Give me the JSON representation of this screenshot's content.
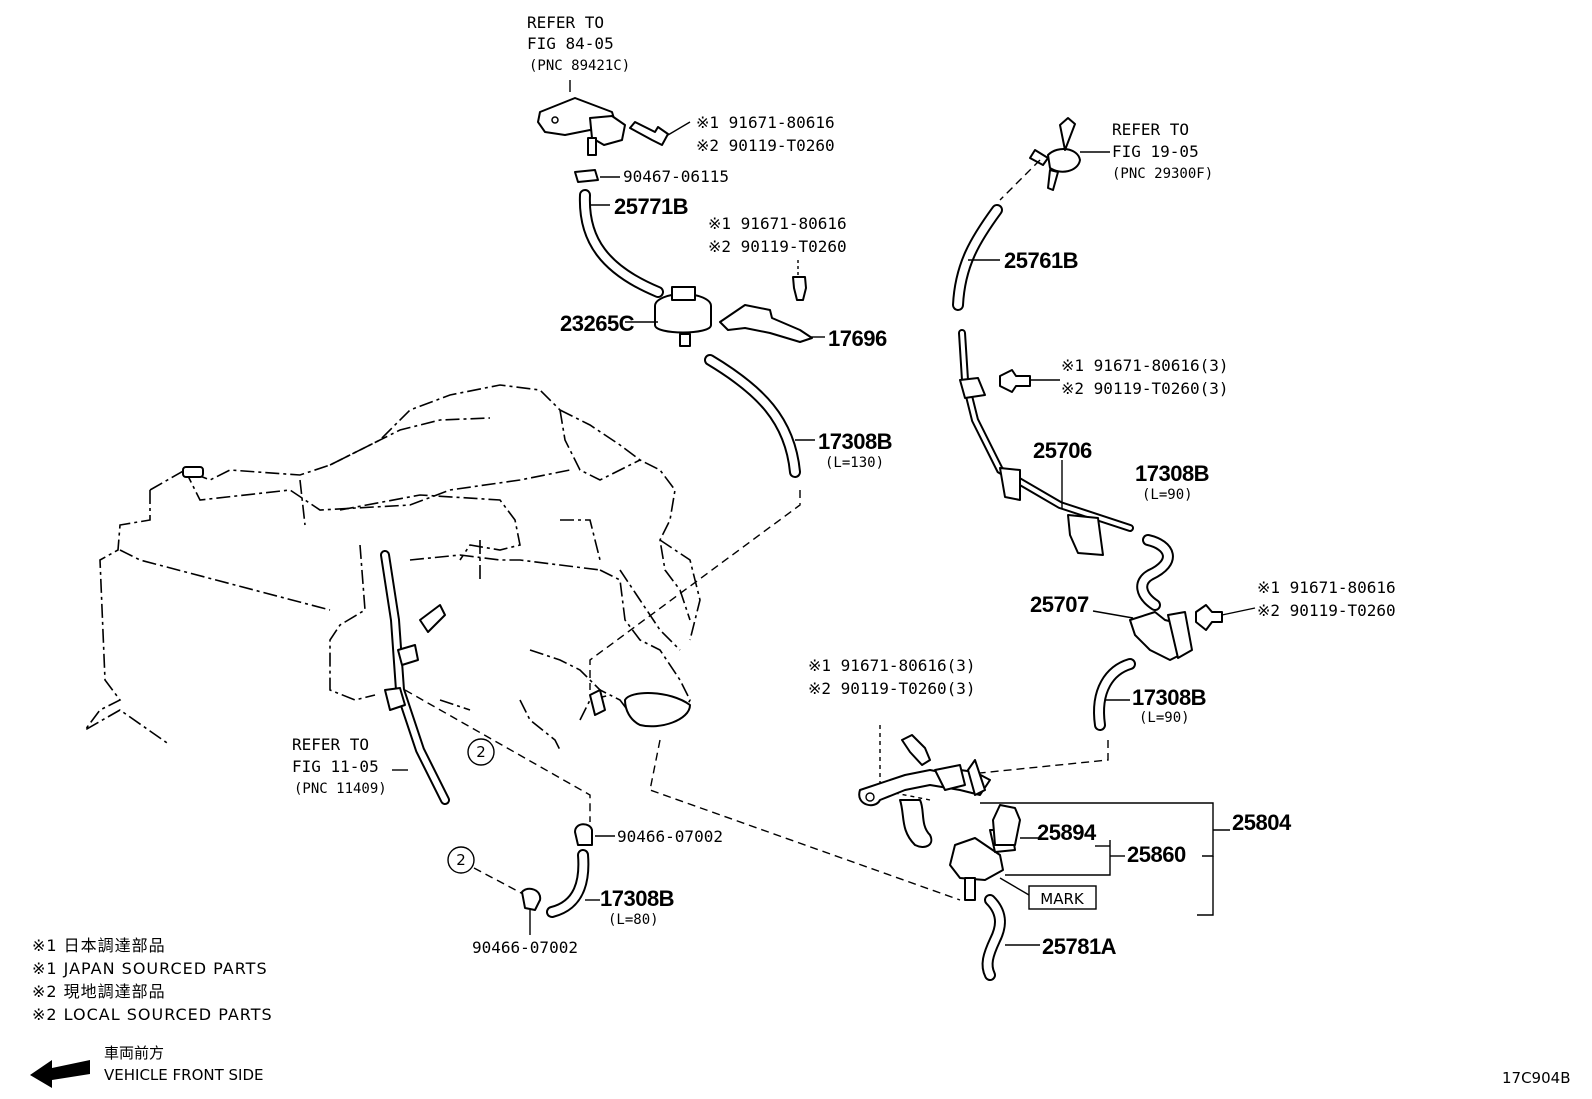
{
  "refs": {
    "fig84": {
      "l1": "REFER TO",
      "l2": "FIG 84-05",
      "l3": "(PNC 89421C)"
    },
    "fig19": {
      "l1": "REFER TO",
      "l2": "FIG 19-05",
      "l3": "(PNC 29300F)"
    },
    "fig11": {
      "l1": "REFER TO",
      "l2": "FIG 11-05",
      "l3": "(PNC 11409)"
    }
  },
  "bolts": {
    "b1": {
      "a": "※1 91671-80616",
      "b": "※2 90119-T0260"
    },
    "b2": {
      "a": "※1 91671-80616",
      "b": "※2 90119-T0260"
    },
    "b3": {
      "a": "※1 91671-80616(3)",
      "b": "※2 90119-T0260(3)"
    },
    "b4": {
      "a": "※1 91671-80616",
      "b": "※2 90119-T0260"
    },
    "b5": {
      "a": "※1 91671-80616(3)",
      "b": "※2 90119-T0260(3)"
    }
  },
  "parts": {
    "p90467": "90467-06115",
    "p25771B": "25771B",
    "p23265C": "23265C",
    "p17696": "17696",
    "p17308B_1": "17308B",
    "p17308B_1_len": "(L=130)",
    "p25761B": "25761B",
    "p25706": "25706",
    "p17308B_2": "17308B",
    "p17308B_2_len": "(L=90)",
    "p25707": "25707",
    "p17308B_3": "17308B",
    "p17308B_3_len": "(L=90)",
    "p25894": "25894",
    "p25860": "25860",
    "p25804": "25804",
    "mark": "MARK",
    "p25781A": "25781A",
    "p90466_1": "90466-07002",
    "p17308B_4": "17308B",
    "p17308B_4_len": "(L=80)",
    "p90466_2": "90466-07002"
  },
  "circles": {
    "c1": "2",
    "c2": "2"
  },
  "legend": {
    "l1": "※1 日本調達部品",
    "l2": "※1 JAPAN SOURCED PARTS",
    "l3": "※2 現地調達部品",
    "l4": "※2 LOCAL SOURCED PARTS",
    "front_jp": "車両前方",
    "front_en": "VEHICLE FRONT SIDE"
  },
  "figure_code": "17C904B"
}
